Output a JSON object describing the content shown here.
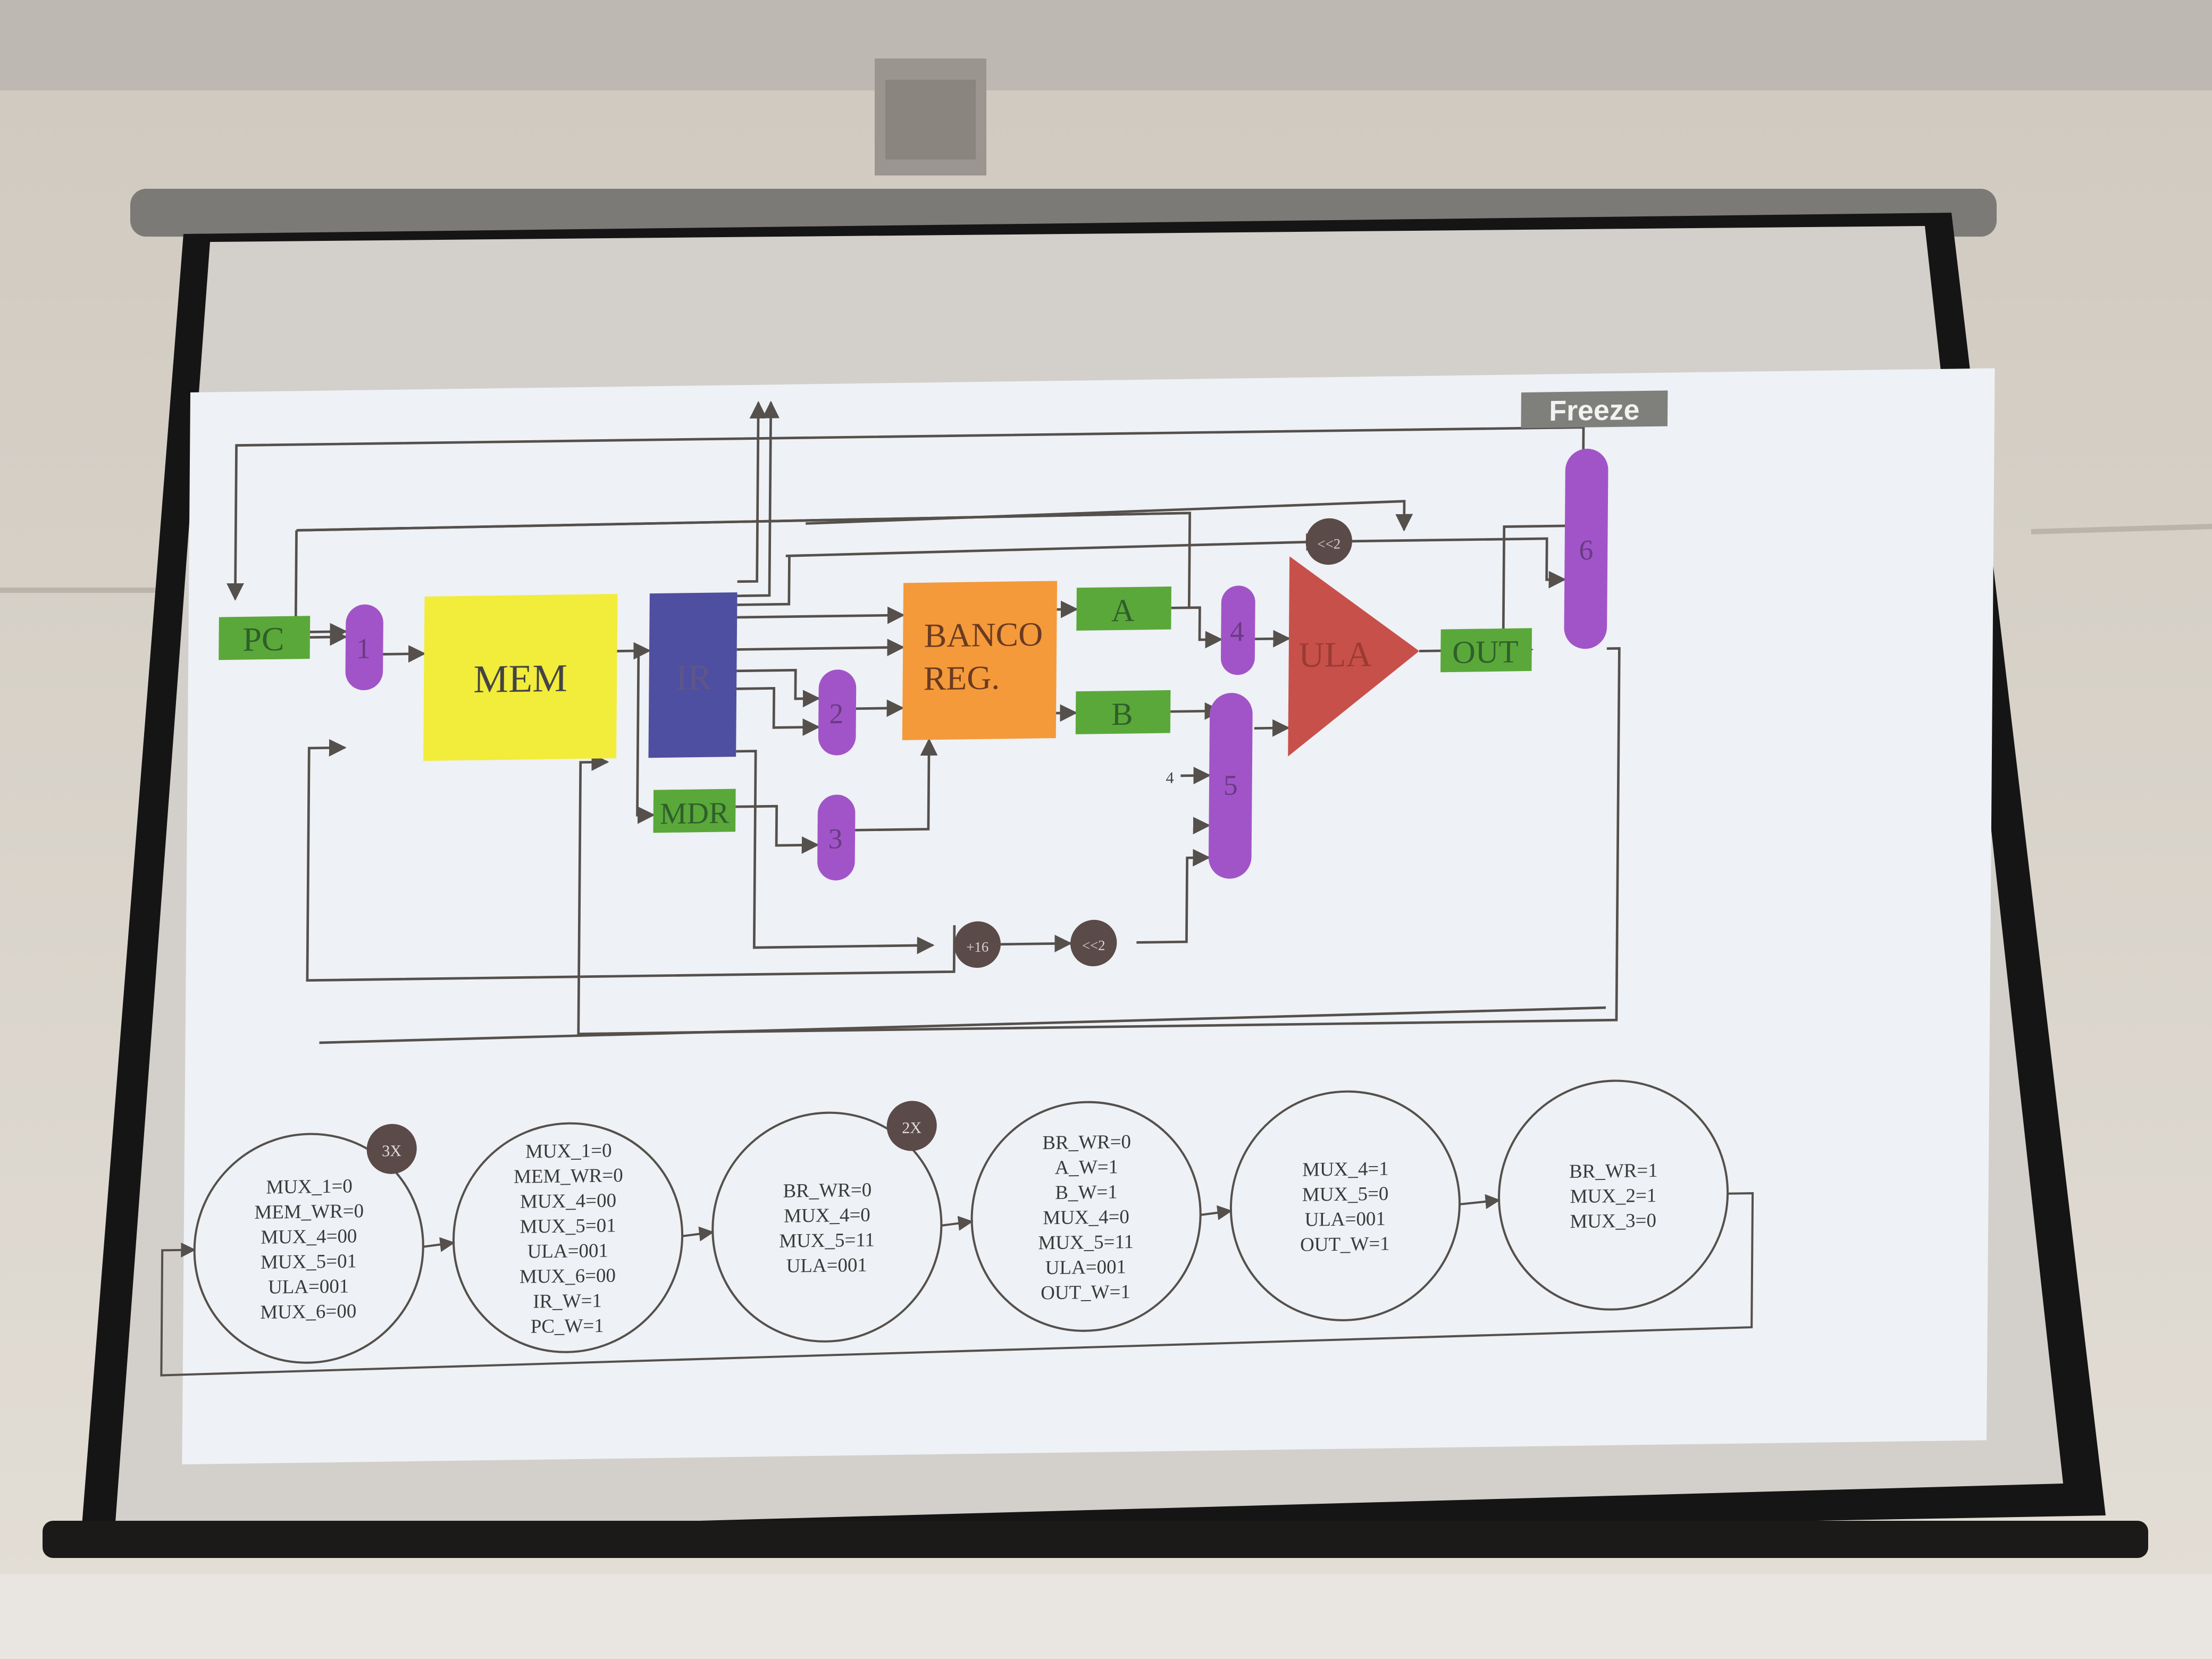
{
  "freeze_label": "Freeze",
  "blocks": {
    "pc": "PC",
    "mem": "MEM",
    "ir": "IR",
    "mdr": "MDR",
    "banco_line1": "BANCO",
    "banco_line2": "REG.",
    "a": "A",
    "b": "B",
    "ula": "ULA",
    "out": "OUT"
  },
  "muxes": [
    "1",
    "2",
    "3",
    "4",
    "5",
    "6"
  ],
  "ops": {
    "shift_top": "<<2",
    "shift_bottom": "<<2",
    "sign_extend": "+16",
    "const_four": "4"
  },
  "states": [
    {
      "badge": "3X",
      "lines": [
        "MUX_1=0",
        "MEM_WR=0",
        "MUX_4=00",
        "MUX_5=01",
        "ULA=001",
        "MUX_6=00"
      ]
    },
    {
      "badge": "",
      "lines": [
        "MUX_1=0",
        "MEM_WR=0",
        "MUX_4=00",
        "MUX_5=01",
        "ULA=001",
        "MUX_6=00",
        "IR_W=1",
        "PC_W=1"
      ]
    },
    {
      "badge": "2X",
      "lines": [
        "BR_WR=0",
        "MUX_4=0",
        "MUX_5=11",
        "ULA=001"
      ]
    },
    {
      "badge": "",
      "lines": [
        "BR_WR=0",
        "A_W=1",
        "B_W=1",
        "MUX_4=0",
        "MUX_5=11",
        "ULA=001",
        "OUT_W=1"
      ]
    },
    {
      "badge": "",
      "lines": [
        "MUX_4=1",
        "MUX_5=0",
        "ULA=001",
        "OUT_W=1"
      ]
    },
    {
      "badge": "",
      "lines": [
        "BR_WR=1",
        "MUX_2=1",
        "MUX_3=0"
      ]
    }
  ],
  "colors": {
    "green": "#5aa83a",
    "purple": "#a154c8",
    "yellow": "#f2ec3a",
    "indigo": "#4e4fa0",
    "orange": "#f49a3a",
    "red": "#c8504a",
    "dark_circle": "#5a4a48",
    "freeze_bg": "#7f7f7b"
  }
}
